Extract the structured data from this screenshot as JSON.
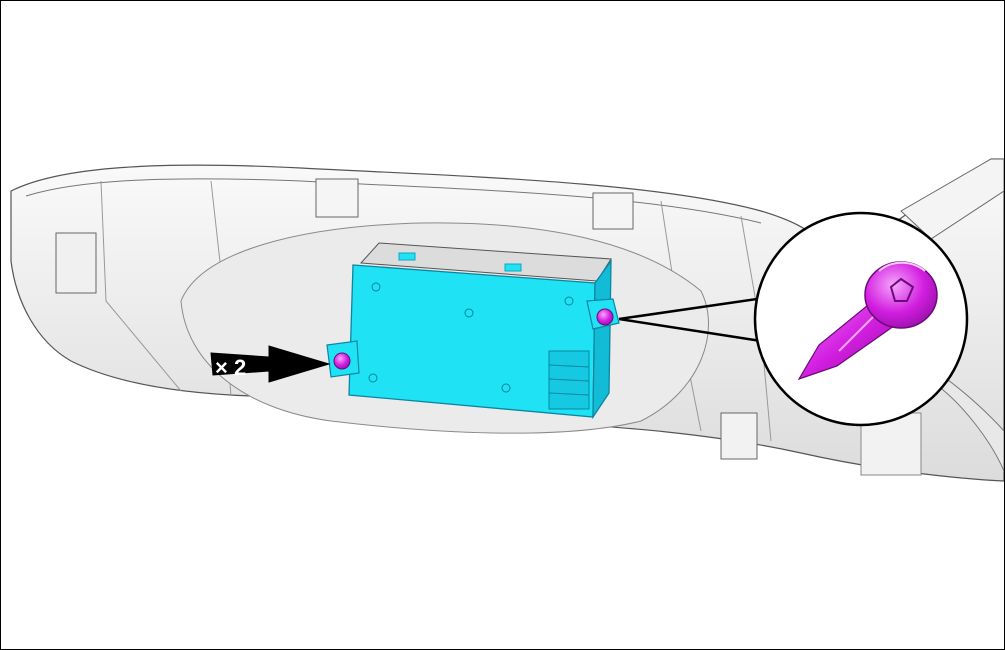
{
  "callout": {
    "quantity_label": "× 2"
  },
  "parts": {
    "trim_panel": "gray-plastic-trim-panel",
    "module": "cyan-electronic-module",
    "fastener": "magenta-torx-screw",
    "fastener_count": 2
  },
  "colors": {
    "module_face": "#1fe2f5",
    "module_edge": "#0aa8c4",
    "fastener": "#d21ee0",
    "trim": "#f2f2f2",
    "trim_shadow": "#d0d0d0",
    "arrow": "#000000"
  }
}
